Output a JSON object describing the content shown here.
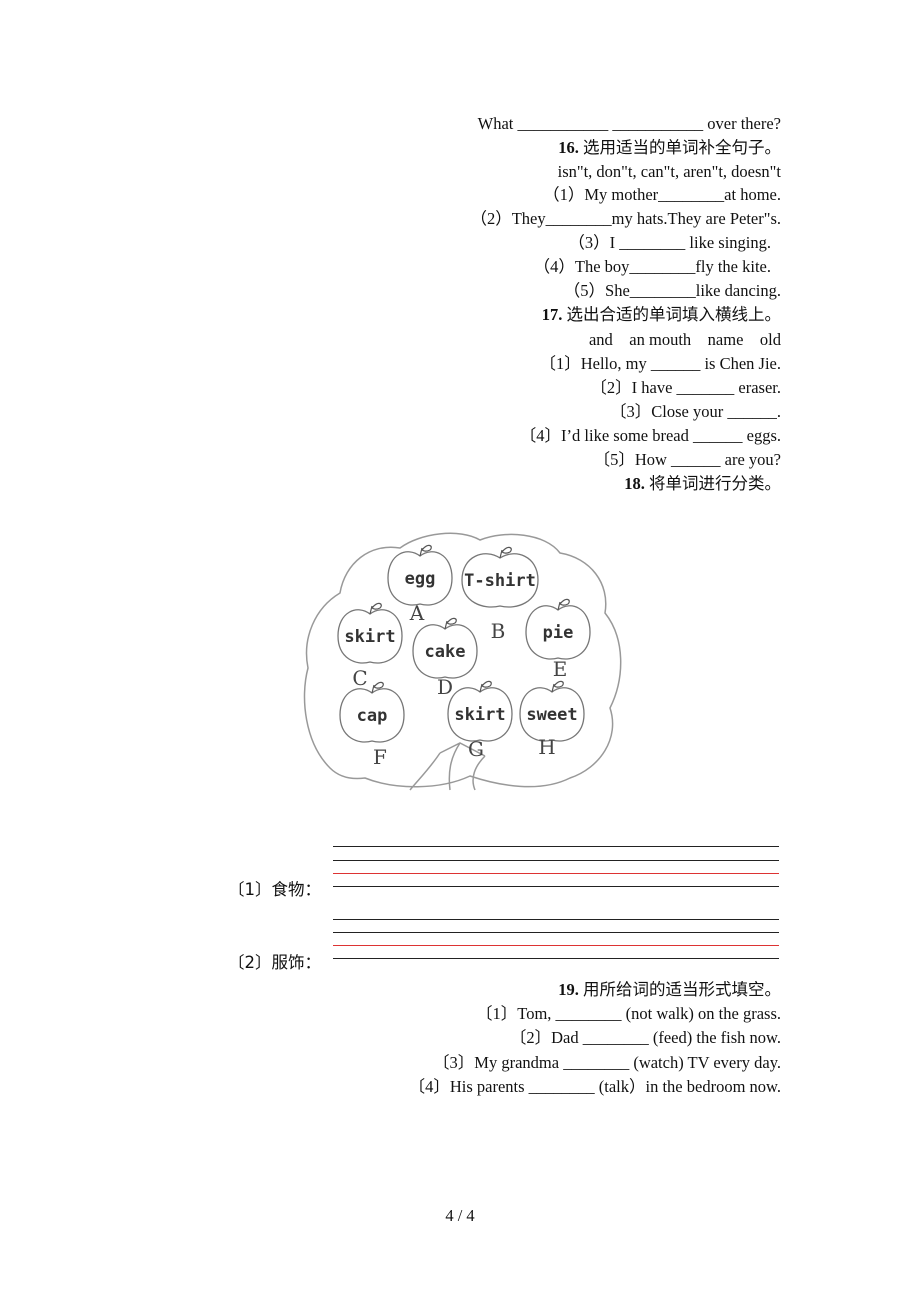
{
  "top_line": "What ___________ ___________ over there?",
  "q16": {
    "heading_num": "16.",
    "heading_text": "选用适当的单词补全句子。",
    "words": "isn\"t, don\"t, can\"t, aren\"t, doesn\"t",
    "items": [
      "（1）My mother________at home.",
      "（2）They________my hats.They are Peter\"s.",
      "（3）I ________ like singing.",
      "（4）The boy________fly the kite.",
      "（5）She________like dancing."
    ]
  },
  "q17": {
    "heading_num": "17.",
    "heading_text": "选出合适的单词填入横线上。",
    "words": "and    an mouth    name    old",
    "items": [
      "〔1〕Hello, my ______ is Chen Jie.",
      "〔2〕I have _______ eraser.",
      "〔3〕Close your ______.",
      "〔4〕I’d like some bread ______ eggs.",
      "〔5〕How ______ are you?"
    ]
  },
  "q18": {
    "heading_num": "18.",
    "heading_text": "将单词进行分类。",
    "apples": [
      {
        "word": "egg",
        "letter": "A"
      },
      {
        "word": "T-shirt",
        "letter": "B"
      },
      {
        "word": "skirt",
        "letter": "C"
      },
      {
        "word": "cake",
        "letter": "D"
      },
      {
        "word": "pie",
        "letter": "E"
      },
      {
        "word": "cap",
        "letter": "F"
      },
      {
        "word": "skirt",
        "letter": "G"
      },
      {
        "word": "sweet",
        "letter": "H"
      }
    ],
    "category1": "〔1〕食物：",
    "category2": "〔2〕服饰："
  },
  "q19": {
    "heading_num": "19.",
    "heading_text": "用所给词的适当形式填空。",
    "items": [
      "〔1〕Tom, ________ (not walk) on the grass.",
      "〔2〕Dad ________ (feed) the fish now.",
      "〔3〕My grandma ________ (watch) TV every day.",
      "〔4〕His parents ________ (talk）in the bedroom now."
    ]
  },
  "page_number": "4 / 4"
}
